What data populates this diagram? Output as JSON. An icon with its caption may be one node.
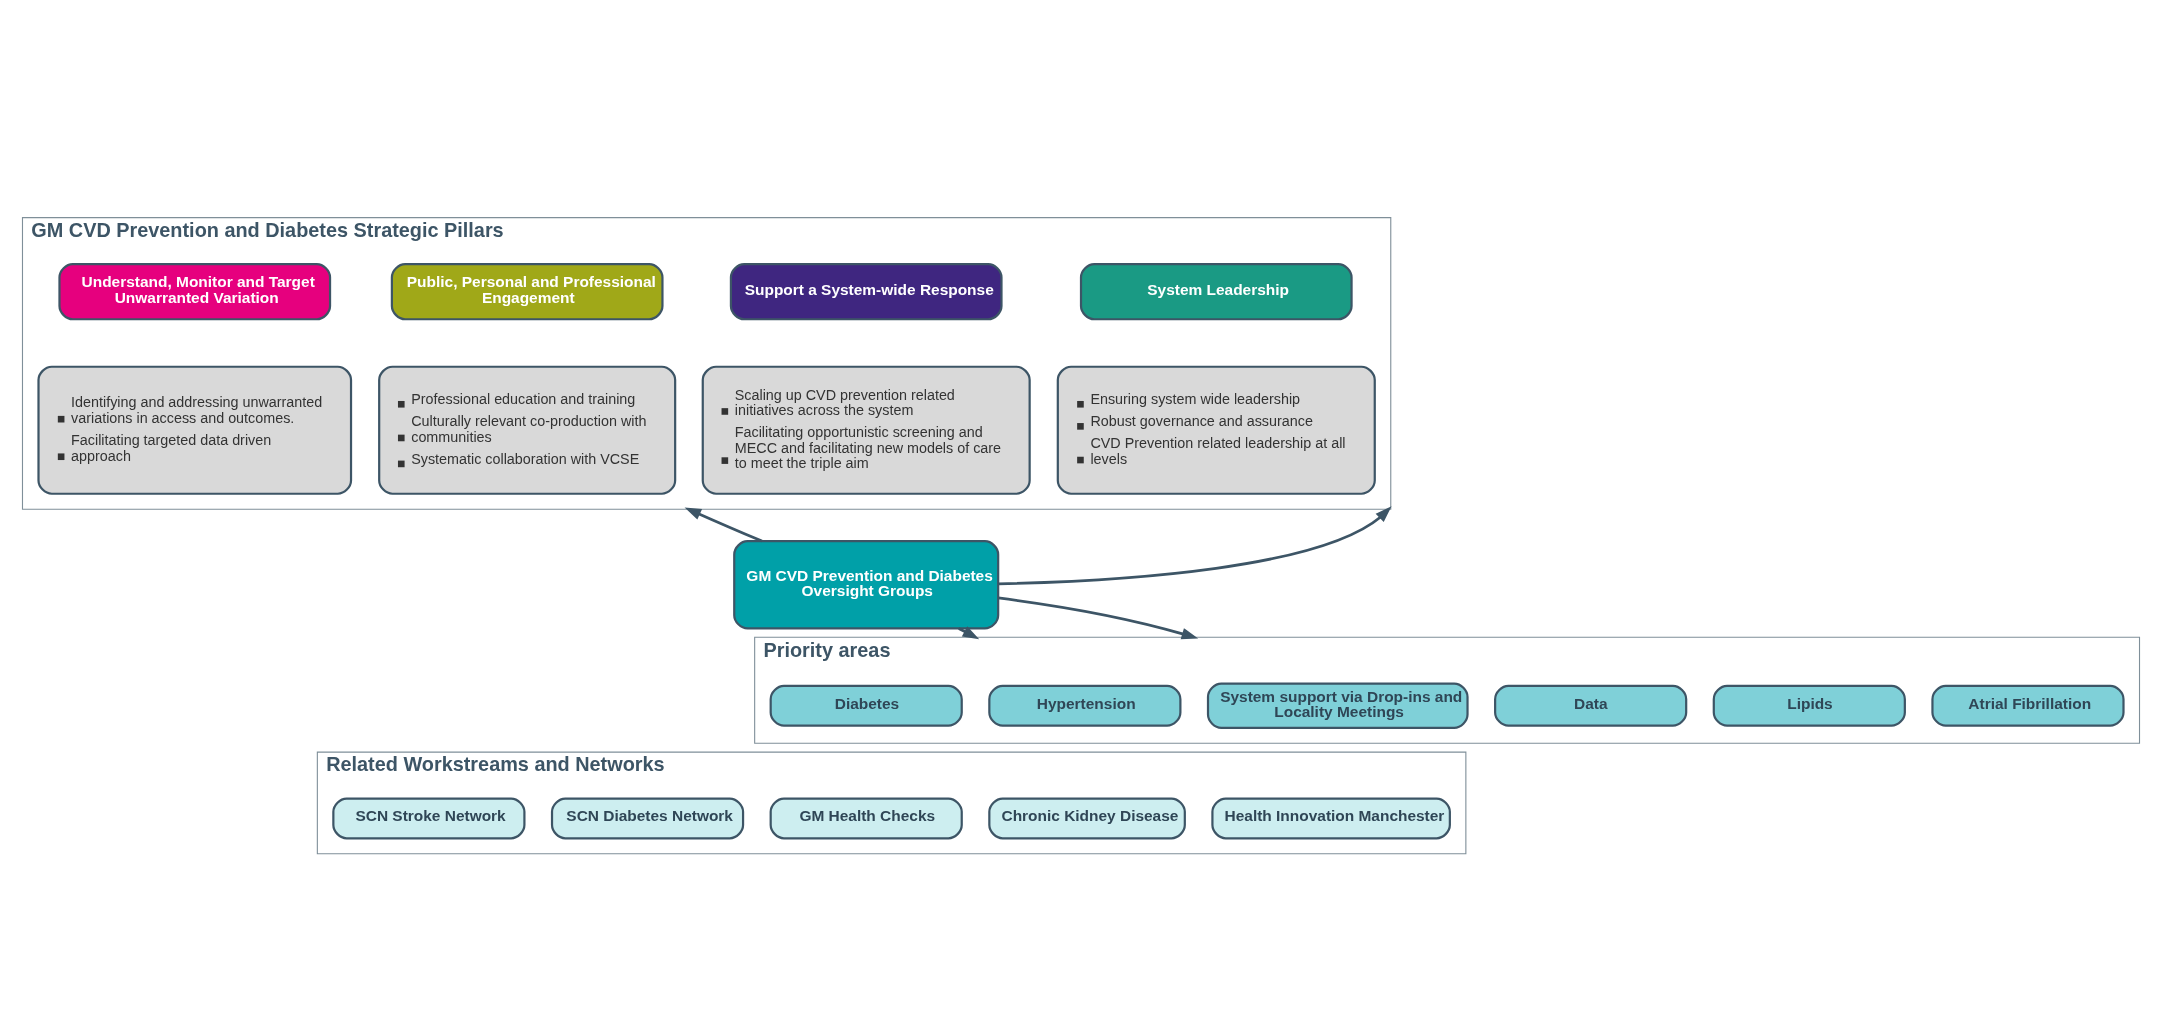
{
  "diagram": {
    "nodes": [
      {
        "text": [
          "GM CVD Prevention and Diabetes Strategic Pillars"
        ]
      },
      {
        "text": [
          "System Leadership"
        ],
        "in": 0
      },
      {
        "text": [
          "Understand, Monitor and Target Unwarranted Variation"
        ],
        "in": 0
      },
      {
        "text": [
          "Support a System-wide Response"
        ],
        "in": 0
      },
      {
        "text": [
          "Public, Personal and Professional Engagement"
        ],
        "in": 0
      },
      {
        "text": [
          "Ensuring system wide leadership",
          "Robust governance and assurance",
          "CVD Prevention related leadership at all levels"
        ],
        "in": 0
      },
      {
        "text": [
          "Identifying and addressing unwarranted variations in access and outcomes.",
          "Facilitating targeted data driven approach"
        ],
        "in": 0
      },
      {
        "text": [
          "Scaling up CVD prevention related initiatives across the system",
          "Facilitating opportunistic screening and MECC and facilitating new models of care to meet the triple aim"
        ],
        "in": 0
      },
      {
        "text": [
          "Professional education and training",
          "Culturally relevant co-production with communities",
          "Systematic collaboration with VCSE"
        ],
        "in": 0
      },
      {
        "text": [
          "GM CVD Prevention and Diabetes Oversight Groups"
        ]
      },
      {
        "text": [
          "Priority areas"
        ]
      },
      {
        "text": [
          "Hypertension"
        ],
        "in": 10
      },
      {
        "text": [
          "Lipids"
        ],
        "in": 10
      },
      {
        "text": [
          "Atrial Fibrillation"
        ],
        "in": 10
      },
      {
        "text": [
          "Diabetes"
        ],
        "in": 10
      },
      {
        "text": [
          "Data"
        ],
        "in": 10
      },
      {
        "text": [
          "System support via Drop-ins and Locality Meetings"
        ],
        "in": 10
      },
      {
        "text": [
          "Related Workstreams and Networks"
        ]
      },
      {
        "text": [
          "SCN Stroke Network"
        ],
        "in": 17
      },
      {
        "text": [
          "SCN Diabetes Network"
        ],
        "in": 17
      },
      {
        "text": [
          "GM Health Checks"
        ],
        "in": 17
      },
      {
        "text": [
          "Chronic Kidney Disease"
        ],
        "in": 17
      },
      {
        "text": [
          "Health Innovation Manchester"
        ],
        "in": 17
      }
    ],
    "edges": [
      {
        "from": 9,
        "to": 0,
        "arrow": "to"
      },
      {
        "from": 9,
        "to": 10,
        "arrow": "to"
      },
      {
        "from": 9,
        "to": 0,
        "arrow": "to"
      },
      {
        "from": 9,
        "to": 10,
        "arrow": "to"
      }
    ]
  }
}
